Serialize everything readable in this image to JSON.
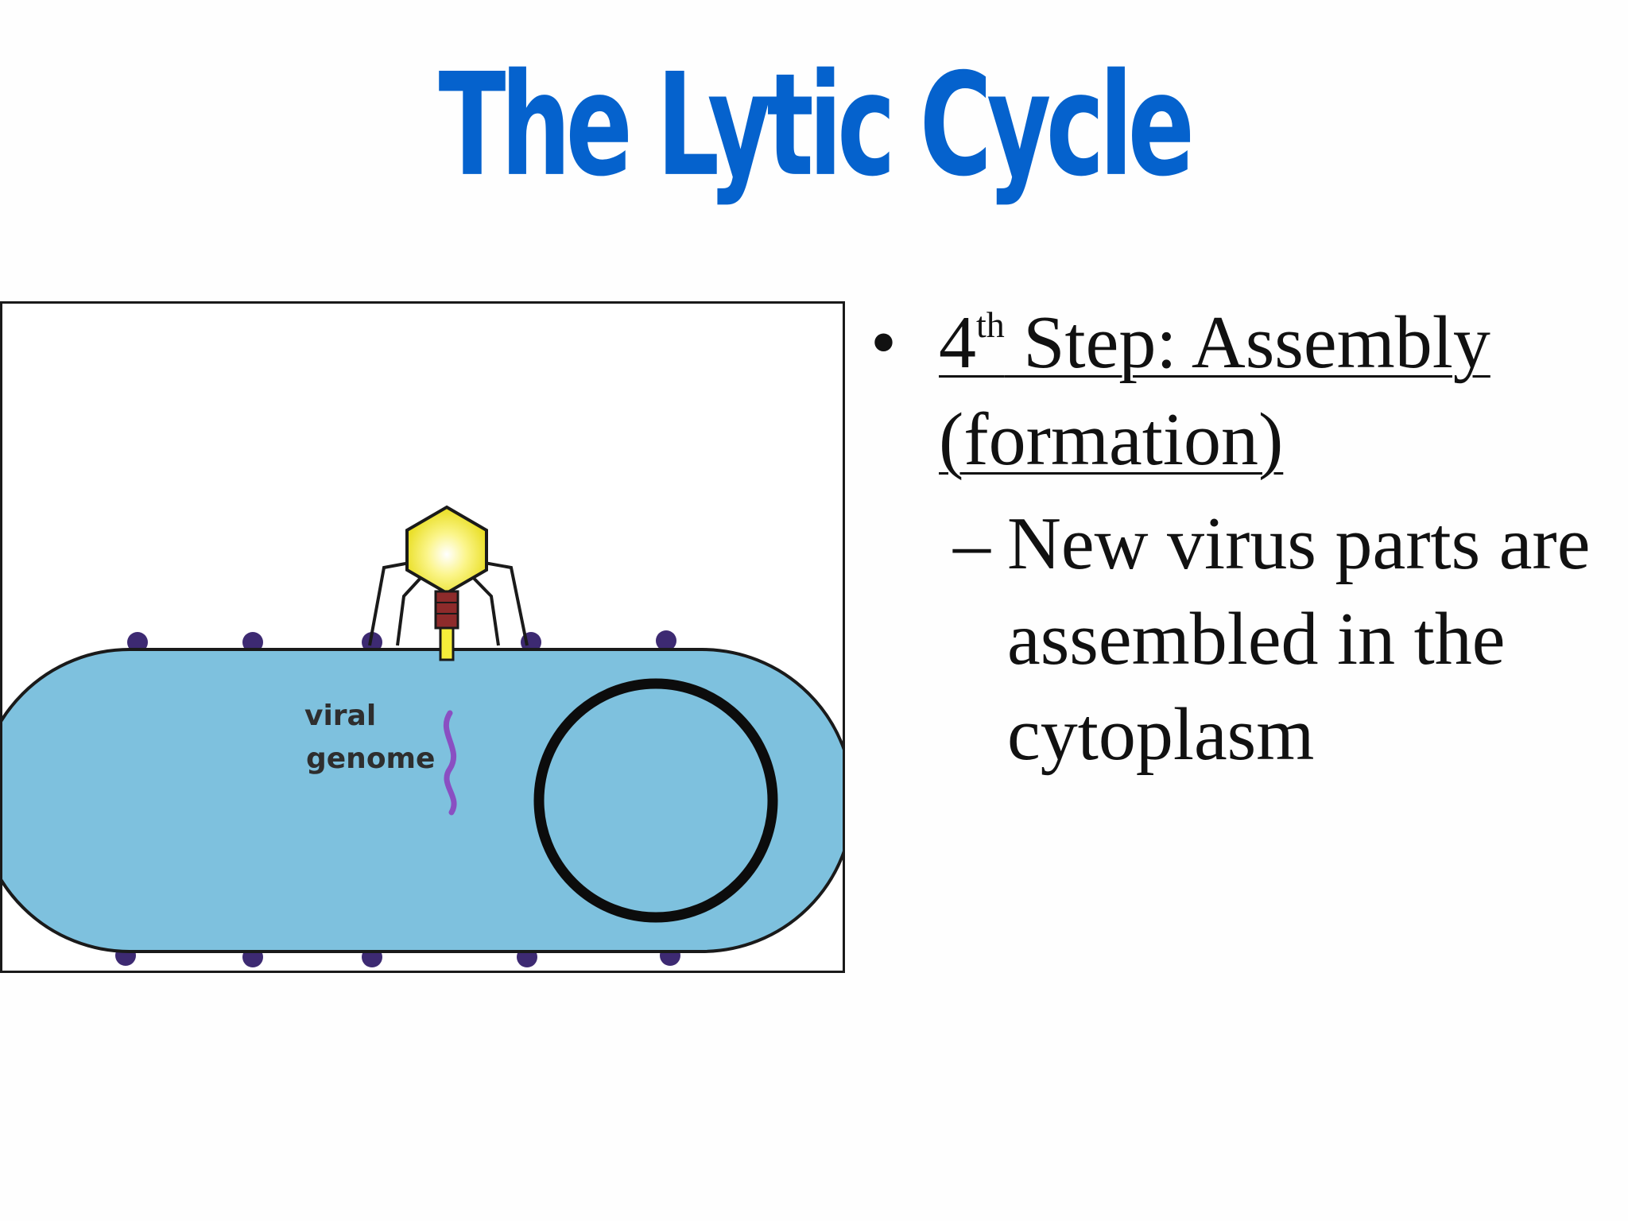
{
  "slide": {
    "title": "The Lytic Cycle",
    "figure": {
      "label_line1": "viral",
      "label_line2": "genome"
    },
    "bullet": {
      "marker": "•",
      "step_number": "4",
      "step_suffix": "th",
      "step_text": " Step: Assembly (formation)"
    },
    "sub_bullet": {
      "marker": "–",
      "text": "New virus parts are assembled in the cytoplasm"
    }
  },
  "colors": {
    "title": "#0562cd",
    "cell_fill": "#7ec1de",
    "cell_outline": "#1a1a1a",
    "receptor_dots": "#3d2a72",
    "phage_head": "#f6ee3a",
    "phage_collar": "#8e2b2b",
    "viral_genome": "#8a4fc2"
  },
  "icons": {
    "bullet": "round-bullet",
    "sub_bullet": "dash"
  }
}
